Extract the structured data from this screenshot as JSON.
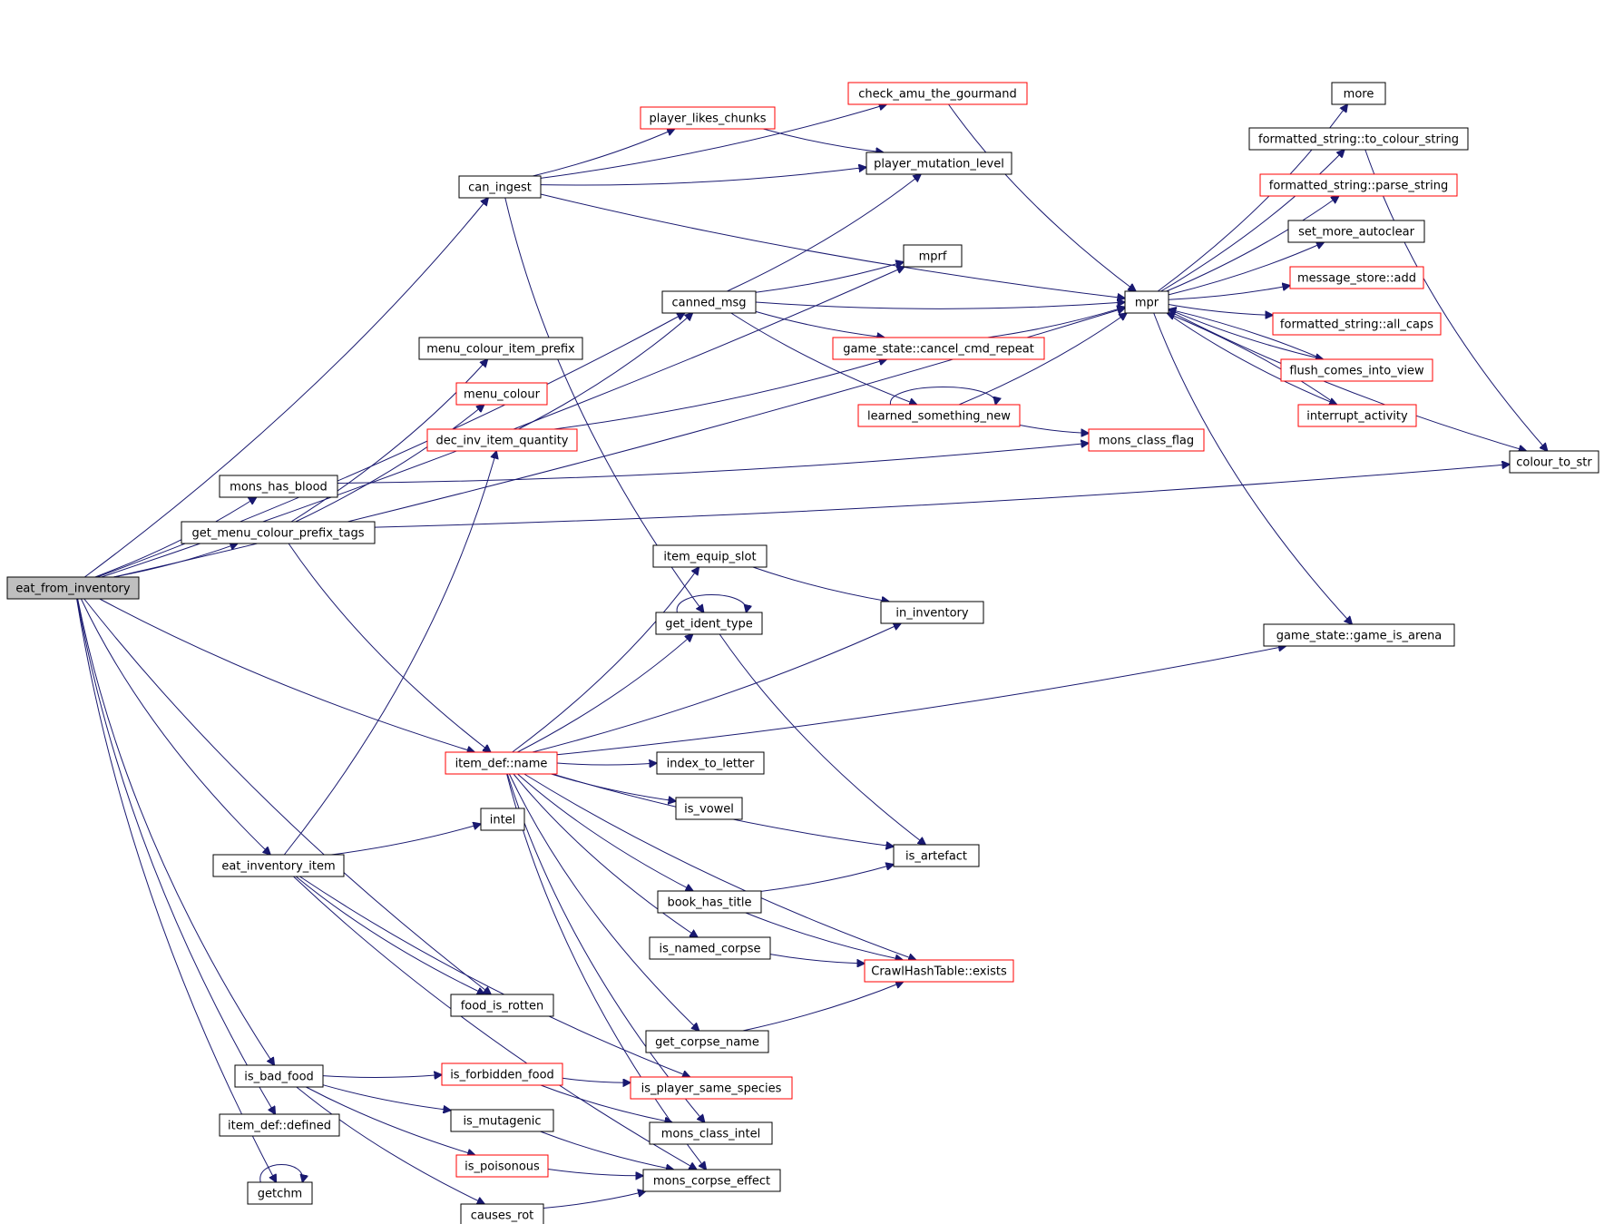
{
  "colors": {
    "edge": "#191970",
    "border_default": "#000000",
    "border_red": "#ff0000",
    "root_fill": "#bfbfbf",
    "node_fill": "#ffffff"
  },
  "nodes": [
    {
      "id": "eat_from_inventory",
      "label": "eat_from_inventory",
      "style": "root"
    },
    {
      "id": "can_ingest",
      "label": "can_ingest",
      "style": "black"
    },
    {
      "id": "check_amu_the_gourmand",
      "label": "check_amu_the_gourmand",
      "style": "red"
    },
    {
      "id": "player_likes_chunks",
      "label": "player_likes_chunks",
      "style": "red"
    },
    {
      "id": "player_mutation_level",
      "label": "player_mutation_level",
      "style": "black"
    },
    {
      "id": "mprf",
      "label": "mprf",
      "style": "black"
    },
    {
      "id": "canned_msg",
      "label": "canned_msg",
      "style": "black"
    },
    {
      "id": "mpr",
      "label": "mpr",
      "style": "black"
    },
    {
      "id": "more",
      "label": "more",
      "style": "black"
    },
    {
      "id": "fs_to_colour_string",
      "label": "formatted_string::to_colour_string",
      "style": "black"
    },
    {
      "id": "fs_parse_string",
      "label": "formatted_string::parse_string",
      "style": "red"
    },
    {
      "id": "set_more_autoclear",
      "label": "set_more_autoclear",
      "style": "black"
    },
    {
      "id": "message_store_add",
      "label": "message_store::add",
      "style": "red"
    },
    {
      "id": "fs_all_caps",
      "label": "formatted_string::all_caps",
      "style": "red"
    },
    {
      "id": "flush_comes_into_view",
      "label": "flush_comes_into_view",
      "style": "red"
    },
    {
      "id": "interrupt_activity",
      "label": "interrupt_activity",
      "style": "red"
    },
    {
      "id": "colour_to_str",
      "label": "colour_to_str",
      "style": "black"
    },
    {
      "id": "menu_colour_item_prefix",
      "label": "menu_colour_item_prefix",
      "style": "black"
    },
    {
      "id": "menu_colour",
      "label": "menu_colour",
      "style": "red"
    },
    {
      "id": "dec_inv_item_quantity",
      "label": "dec_inv_item_quantity",
      "style": "red"
    },
    {
      "id": "gs_cancel_cmd_repeat",
      "label": "game_state::cancel_cmd_repeat",
      "style": "red"
    },
    {
      "id": "learned_something_new",
      "label": "learned_something_new",
      "style": "red"
    },
    {
      "id": "mons_class_flag",
      "label": "mons_class_flag",
      "style": "red"
    },
    {
      "id": "mons_has_blood",
      "label": "mons_has_blood",
      "style": "black"
    },
    {
      "id": "get_menu_colour_prefix_tags",
      "label": "get_menu_colour_prefix_tags",
      "style": "black"
    },
    {
      "id": "item_equip_slot",
      "label": "item_equip_slot",
      "style": "black"
    },
    {
      "id": "get_ident_type",
      "label": "get_ident_type",
      "style": "black"
    },
    {
      "id": "in_inventory",
      "label": "in_inventory",
      "style": "black"
    },
    {
      "id": "gs_game_is_arena",
      "label": "game_state::game_is_arena",
      "style": "black"
    },
    {
      "id": "item_def_name",
      "label": "item_def::name",
      "style": "red"
    },
    {
      "id": "index_to_letter",
      "label": "index_to_letter",
      "style": "black"
    },
    {
      "id": "is_vowel",
      "label": "is_vowel",
      "style": "black"
    },
    {
      "id": "intel",
      "label": "intel",
      "style": "black"
    },
    {
      "id": "is_artefact",
      "label": "is_artefact",
      "style": "black"
    },
    {
      "id": "eat_inventory_item",
      "label": "eat_inventory_item",
      "style": "black"
    },
    {
      "id": "book_has_title",
      "label": "book_has_title",
      "style": "black"
    },
    {
      "id": "is_named_corpse",
      "label": "is_named_corpse",
      "style": "black"
    },
    {
      "id": "crawlhashtable_exists",
      "label": "CrawlHashTable::exists",
      "style": "red"
    },
    {
      "id": "food_is_rotten",
      "label": "food_is_rotten",
      "style": "black"
    },
    {
      "id": "get_corpse_name",
      "label": "get_corpse_name",
      "style": "black"
    },
    {
      "id": "is_bad_food",
      "label": "is_bad_food",
      "style": "black"
    },
    {
      "id": "is_forbidden_food",
      "label": "is_forbidden_food",
      "style": "red"
    },
    {
      "id": "is_player_same_species",
      "label": "is_player_same_species",
      "style": "red"
    },
    {
      "id": "is_mutagenic",
      "label": "is_mutagenic",
      "style": "black"
    },
    {
      "id": "item_def_defined",
      "label": "item_def::defined",
      "style": "black"
    },
    {
      "id": "mons_class_intel",
      "label": "mons_class_intel",
      "style": "black"
    },
    {
      "id": "is_poisonous",
      "label": "is_poisonous",
      "style": "red"
    },
    {
      "id": "mons_corpse_effect",
      "label": "mons_corpse_effect",
      "style": "black"
    },
    {
      "id": "getchm",
      "label": "getchm",
      "style": "black"
    },
    {
      "id": "causes_rot",
      "label": "causes_rot",
      "style": "black"
    }
  ],
  "edges": [
    [
      "eat_from_inventory",
      "mpr"
    ],
    [
      "eat_from_inventory",
      "can_ingest"
    ],
    [
      "eat_from_inventory",
      "mprf"
    ],
    [
      "eat_from_inventory",
      "canned_msg"
    ],
    [
      "eat_from_inventory",
      "mons_has_blood"
    ],
    [
      "eat_from_inventory",
      "get_menu_colour_prefix_tags"
    ],
    [
      "eat_from_inventory",
      "item_def_name"
    ],
    [
      "eat_from_inventory",
      "eat_inventory_item"
    ],
    [
      "eat_from_inventory",
      "food_is_rotten"
    ],
    [
      "eat_from_inventory",
      "is_bad_food"
    ],
    [
      "eat_from_inventory",
      "item_def_defined"
    ],
    [
      "eat_from_inventory",
      "getchm"
    ],
    [
      "can_ingest",
      "check_amu_the_gourmand"
    ],
    [
      "can_ingest",
      "player_likes_chunks"
    ],
    [
      "can_ingest",
      "player_mutation_level"
    ],
    [
      "can_ingest",
      "mpr"
    ],
    [
      "can_ingest",
      "get_ident_type"
    ],
    [
      "check_amu_the_gourmand",
      "mpr"
    ],
    [
      "player_likes_chunks",
      "player_mutation_level"
    ],
    [
      "canned_msg",
      "player_mutation_level"
    ],
    [
      "canned_msg",
      "mprf"
    ],
    [
      "canned_msg",
      "mpr"
    ],
    [
      "canned_msg",
      "gs_cancel_cmd_repeat"
    ],
    [
      "canned_msg",
      "learned_something_new"
    ],
    [
      "mpr",
      "more"
    ],
    [
      "mpr",
      "fs_to_colour_string"
    ],
    [
      "mpr",
      "fs_parse_string"
    ],
    [
      "mpr",
      "set_more_autoclear"
    ],
    [
      "mpr",
      "message_store_add"
    ],
    [
      "mpr",
      "fs_all_caps"
    ],
    [
      "mpr",
      "flush_comes_into_view"
    ],
    [
      "mpr",
      "interrupt_activity"
    ],
    [
      "mpr",
      "colour_to_str"
    ],
    [
      "mpr",
      "gs_game_is_arena"
    ],
    [
      "fs_to_colour_string",
      "colour_to_str"
    ],
    [
      "interrupt_activity",
      "mpr"
    ],
    [
      "flush_comes_into_view",
      "mpr"
    ],
    [
      "gs_cancel_cmd_repeat",
      "mpr"
    ],
    [
      "learned_something_new",
      "mpr"
    ],
    [
      "learned_something_new",
      "mons_class_flag"
    ],
    [
      "learned_something_new",
      "learned_something_new"
    ],
    [
      "dec_inv_item_quantity",
      "canned_msg"
    ],
    [
      "dec_inv_item_quantity",
      "gs_cancel_cmd_repeat"
    ],
    [
      "mons_has_blood",
      "mons_class_flag"
    ],
    [
      "get_menu_colour_prefix_tags",
      "menu_colour_item_prefix"
    ],
    [
      "get_menu_colour_prefix_tags",
      "menu_colour"
    ],
    [
      "get_menu_colour_prefix_tags",
      "colour_to_str"
    ],
    [
      "get_menu_colour_prefix_tags",
      "item_def_name"
    ],
    [
      "item_equip_slot",
      "in_inventory"
    ],
    [
      "get_ident_type",
      "get_ident_type"
    ],
    [
      "get_ident_type",
      "is_artefact"
    ],
    [
      "item_def_name",
      "item_equip_slot"
    ],
    [
      "item_def_name",
      "get_ident_type"
    ],
    [
      "item_def_name",
      "in_inventory"
    ],
    [
      "item_def_name",
      "gs_game_is_arena"
    ],
    [
      "item_def_name",
      "index_to_letter"
    ],
    [
      "item_def_name",
      "is_vowel"
    ],
    [
      "item_def_name",
      "is_artefact"
    ],
    [
      "item_def_name",
      "book_has_title"
    ],
    [
      "item_def_name",
      "is_named_corpse"
    ],
    [
      "item_def_name",
      "crawlhashtable_exists"
    ],
    [
      "item_def_name",
      "get_corpse_name"
    ],
    [
      "item_def_name",
      "mons_class_intel"
    ],
    [
      "item_def_name",
      "mons_corpse_effect"
    ],
    [
      "eat_inventory_item",
      "dec_inv_item_quantity"
    ],
    [
      "eat_inventory_item",
      "intel"
    ],
    [
      "eat_inventory_item",
      "food_is_rotten"
    ],
    [
      "eat_inventory_item",
      "is_player_same_species"
    ],
    [
      "eat_inventory_item",
      "mons_corpse_effect"
    ],
    [
      "book_has_title",
      "is_artefact"
    ],
    [
      "book_has_title",
      "crawlhashtable_exists"
    ],
    [
      "is_named_corpse",
      "crawlhashtable_exists"
    ],
    [
      "get_corpse_name",
      "crawlhashtable_exists"
    ],
    [
      "is_bad_food",
      "is_forbidden_food"
    ],
    [
      "is_bad_food",
      "is_mutagenic"
    ],
    [
      "is_bad_food",
      "is_poisonous"
    ],
    [
      "is_bad_food",
      "causes_rot"
    ],
    [
      "is_forbidden_food",
      "is_player_same_species"
    ],
    [
      "is_forbidden_food",
      "mons_class_intel"
    ],
    [
      "is_mutagenic",
      "mons_corpse_effect"
    ],
    [
      "is_poisonous",
      "mons_corpse_effect"
    ],
    [
      "causes_rot",
      "mons_corpse_effect"
    ],
    [
      "getchm",
      "getchm"
    ]
  ]
}
